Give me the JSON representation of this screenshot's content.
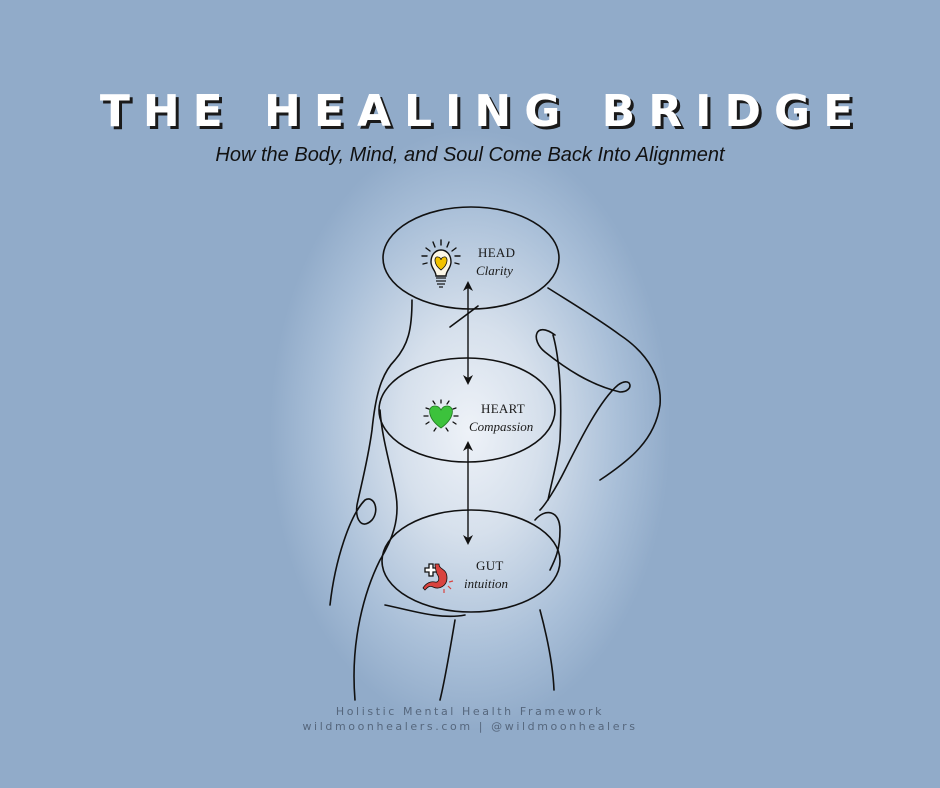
{
  "header": {
    "title": "THE HEALING BRIDGE",
    "subtitle": "How the Body, Mind, and Soul Come Back Into Alignment"
  },
  "centers": [
    {
      "name": "HEAD",
      "quality": "Clarity",
      "icon": "lightbulb-heart-icon",
      "icon_color": "#f2c200"
    },
    {
      "name": "HEART",
      "quality": "Compassion",
      "icon": "green-heart-icon",
      "icon_color": "#3cc23c"
    },
    {
      "name": "GUT",
      "quality": "intuition",
      "icon": "stomach-icon",
      "icon_color": "#d9433f"
    }
  ],
  "connections": [
    {
      "from": "HEAD",
      "to": "HEART",
      "type": "bidirectional-arrow"
    },
    {
      "from": "HEART",
      "to": "GUT",
      "type": "bidirectional-arrow"
    }
  ],
  "footer": {
    "line1": "Holistic Mental Health Framework",
    "line2": "wildmoonhealers.com | @wildmoonhealers"
  },
  "colors": {
    "background": "#91abc9",
    "glow": "#eef2f8",
    "title": "#ffffff",
    "line": "#111111",
    "footer_text": "#56677d"
  }
}
